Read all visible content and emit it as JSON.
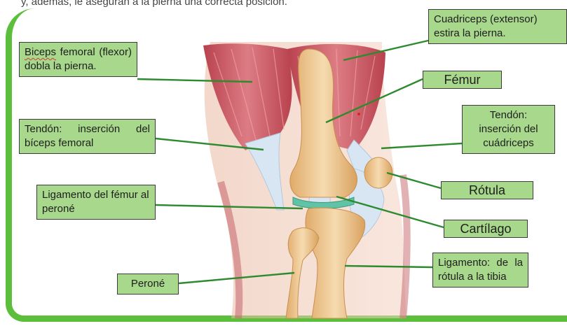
{
  "page": {
    "top_text": "y, además, le aseguran a la pierna una correcta posición."
  },
  "labels": {
    "biceps": {
      "pre": "Biceps",
      "post": " femoral (flexor) dobla la pierna."
    },
    "cuadriceps": "Cuadriceps (extensor) estira la pierna.",
    "femur": "Fémur",
    "tendon_biceps": "Tendón: inserción del bíceps femoral",
    "tendon_cuadriceps": "Tendón: inserción del cuádriceps",
    "rotula": "Rótula",
    "ligamento_femur_perone": "Ligamento del fémur al peroné",
    "cartilago": "Cartílago",
    "perone": "Peroné",
    "ligamento_rotula_tibia": "Ligamento: de la rótula a la tibia"
  },
  "colors": {
    "frame": "#5cbf3c",
    "label_fill": "#a8d88b",
    "leader_line": "#2e8a2e",
    "muscle": "#c9545f",
    "bone": "#ecc48e",
    "tendon": "#d8e6f4",
    "cartilage": "#5fc4a6"
  }
}
